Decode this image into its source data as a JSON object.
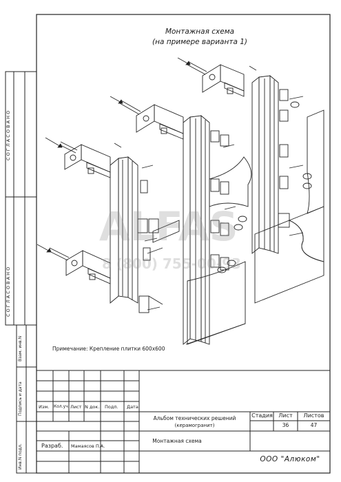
{
  "drawing": {
    "title_line1": "Монтажная схема",
    "title_line2": "(на примере варианта 1)",
    "note": "Примечание: Крепление плитки 600х600"
  },
  "side_labels": {
    "approved_top": "С О Г Л А С О В А Н О",
    "approved_bottom": "С О Г Л А С О В А Н О",
    "inv_no_replace": "Взам. инв.N",
    "signature_date": "Подпись и дата",
    "inv_no_orig": "Инв.N подл."
  },
  "watermark": {
    "brand": "ALFAS",
    "phone": "8 (800) 755-00-93"
  },
  "title_block": {
    "headers": [
      "Изм.",
      "Кол.уч.",
      "Лист",
      "N док.",
      "Подп.",
      "Дата"
    ],
    "developed_label": "Разраб.",
    "developed_name": "Мамаясов П.А.",
    "album_line1": "Альбом технических решений",
    "album_line2": "(керамогранит)",
    "sheet_title": "Монтажная схема",
    "stage_label": "Стадия",
    "sheet_label": "Лист",
    "sheets_label": "Листов",
    "sheet_no": "36",
    "sheets_total": "47",
    "company": "ООО \"Алюком\""
  }
}
